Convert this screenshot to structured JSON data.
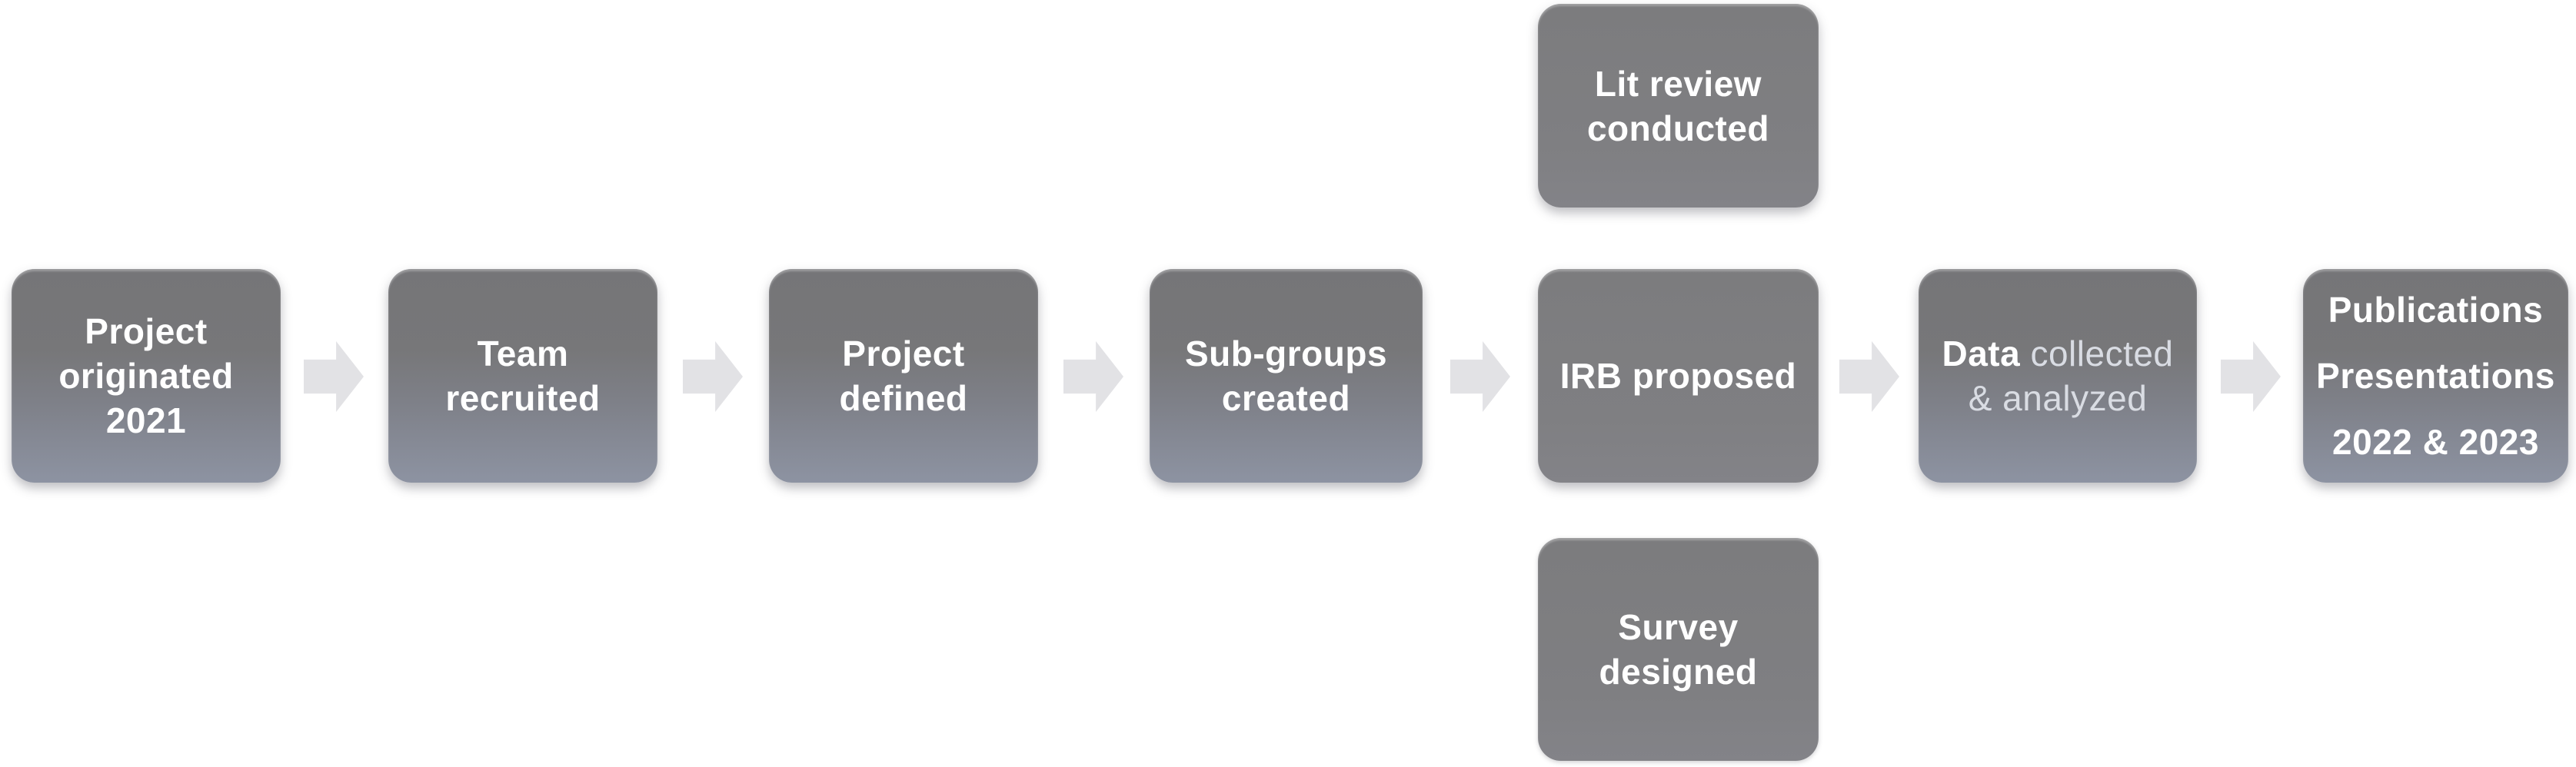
{
  "diagram": {
    "title": "Project timeline flowchart",
    "colors": {
      "background": "#ffffff",
      "box_gradient_top": "#757578",
      "box_gradient_bottom": "#8d93a2",
      "box_flat": "#7e7e81",
      "arrow": "#e2e2e5",
      "text": "#ffffff",
      "text_dim": "#d9dce3"
    },
    "main_row": [
      {
        "id": "project-originated",
        "lines": [
          "Project",
          "originated",
          "2021"
        ]
      },
      {
        "id": "team-recruited",
        "lines": [
          "Team",
          "recruited"
        ]
      },
      {
        "id": "project-defined",
        "lines": [
          "Project",
          "defined"
        ]
      },
      {
        "id": "sub-groups-created",
        "lines": [
          "Sub-groups",
          "created"
        ]
      },
      {
        "id": "irb-proposed",
        "lines": [
          "IRB proposed"
        ]
      },
      {
        "id": "data-collected-analyzed",
        "word_emphasis": "Data",
        "line1_rest": " collected",
        "line2": "& analyzed"
      },
      {
        "id": "publications-presentations",
        "lines": [
          "Publications",
          "Presentations",
          "2022 & 2023"
        ]
      }
    ],
    "top_box": {
      "id": "lit-review-conducted",
      "lines": [
        "Lit review",
        "conducted"
      ]
    },
    "bottom_box": {
      "id": "survey-designed",
      "lines": [
        "Survey",
        "designed"
      ]
    }
  }
}
